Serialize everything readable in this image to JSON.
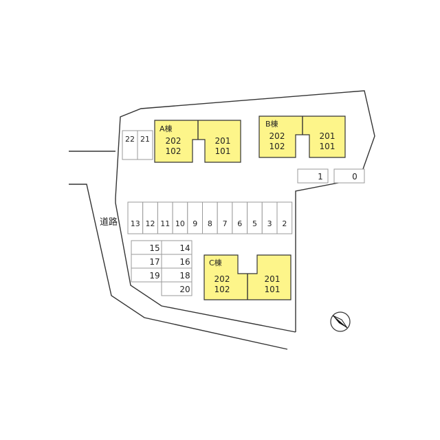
{
  "road_label": "道路",
  "buildings": [
    {
      "name": "A棟",
      "units_left": [
        "202",
        "102"
      ],
      "units_right": [
        "201",
        "101"
      ]
    },
    {
      "name": "B棟",
      "units_left": [
        "202",
        "102"
      ],
      "units_right": [
        "201",
        "101"
      ]
    },
    {
      "name": "C棟",
      "units_left": [
        "202",
        "102"
      ],
      "units_right": [
        "201",
        "101"
      ]
    }
  ],
  "parking_top_left": [
    "22",
    "21"
  ],
  "parking_right": [
    "1",
    "0"
  ],
  "parking_row": [
    "13",
    "12",
    "11",
    "10",
    "9",
    "8",
    "7",
    "6",
    "5",
    "3",
    "2"
  ],
  "parking_grid_left": [
    "15",
    "17",
    "19"
  ],
  "parking_grid_right": [
    "14",
    "16",
    "18",
    "20"
  ],
  "colors": {
    "building": "#fdf58a",
    "outline": "#333333",
    "stall": "#999999"
  },
  "icons": {
    "compass": "north-arrow-icon"
  }
}
